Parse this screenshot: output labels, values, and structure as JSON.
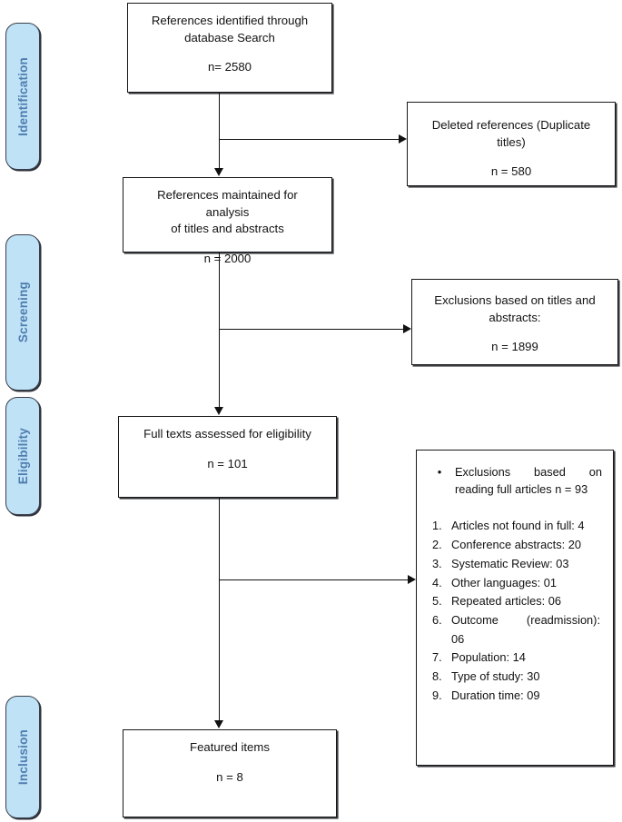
{
  "diagram": {
    "title": "PRISMA study selection flow diagram",
    "accent_color": "#bfe2f7",
    "stage_label_color": "#4f7dae",
    "line_color": "#111111"
  },
  "stages": [
    {
      "label": "Identification"
    },
    {
      "label": "Screening"
    },
    {
      "label": "Eligibility"
    },
    {
      "label": "Inclusion"
    }
  ],
  "boxes": {
    "identified": {
      "line1": "References identified through",
      "line2": "database Search",
      "count": "n= 2580"
    },
    "duplicates_removed": {
      "line1": "Deleted references (Duplicate titles)",
      "count": "n = 580"
    },
    "maintained": {
      "line1": "References maintained for analysis",
      "line2": "of titles and abstracts",
      "count": "n = 2000"
    },
    "excluded_titles": {
      "line1": "Exclusions based on titles and",
      "line2": "abstracts:",
      "count": "n = 1899"
    },
    "full_text": {
      "line1": "Full texts assessed for eligibility",
      "count": "n = 101"
    },
    "included": {
      "line1": "Featured items",
      "count": "n = 8"
    }
  },
  "exclusions_detail": {
    "bullet": {
      "marker": "•",
      "line1": "Exclusions based on",
      "line2": "reading full articles n = 93"
    },
    "items": [
      {
        "marker": "1.",
        "text": "Articles not found in full: 4"
      },
      {
        "marker": "2.",
        "text": "Conference abstracts: 20"
      },
      {
        "marker": "3.",
        "text": "Systematic Review: 03"
      },
      {
        "marker": "4.",
        "text": "Other languages: 01"
      },
      {
        "marker": "5.",
        "text": "Repeated articles: 06"
      },
      {
        "marker": "6.",
        "text": "Outcome (readmission):",
        "text2": "06"
      },
      {
        "marker": "7.",
        "text": "Population: 14"
      },
      {
        "marker": "8.",
        "text": "Type of study: 30"
      },
      {
        "marker": "9.",
        "text": "Duration time: 09"
      }
    ]
  }
}
